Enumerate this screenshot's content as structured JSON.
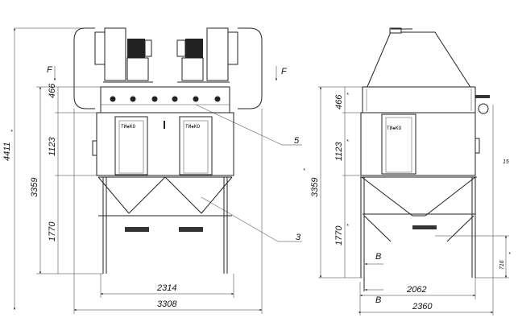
{
  "drawing": {
    "front_view": {
      "dimensions": {
        "overall_height": "4411",
        "overall_height_mark": "*",
        "body_height": "3359",
        "plenum_height": "466",
        "filter_section_height": "1123",
        "support_height": "1770",
        "frame_width": "2314",
        "overall_width": "3308"
      },
      "section_marker": "F",
      "callouts": [
        "5",
        "3"
      ],
      "door_logo": "ТИ◈КО"
    },
    "side_view": {
      "dimensions": {
        "body_height": "3359",
        "plenum_height": "466",
        "filter_section_height": "1123",
        "support_height": "1770",
        "outlet_height": "716",
        "frame_width": "2062",
        "overall_width": "2360",
        "side_note": "15"
      },
      "mark": "*",
      "section_marker": "B",
      "door_logo": "ТИ◈КО"
    }
  }
}
